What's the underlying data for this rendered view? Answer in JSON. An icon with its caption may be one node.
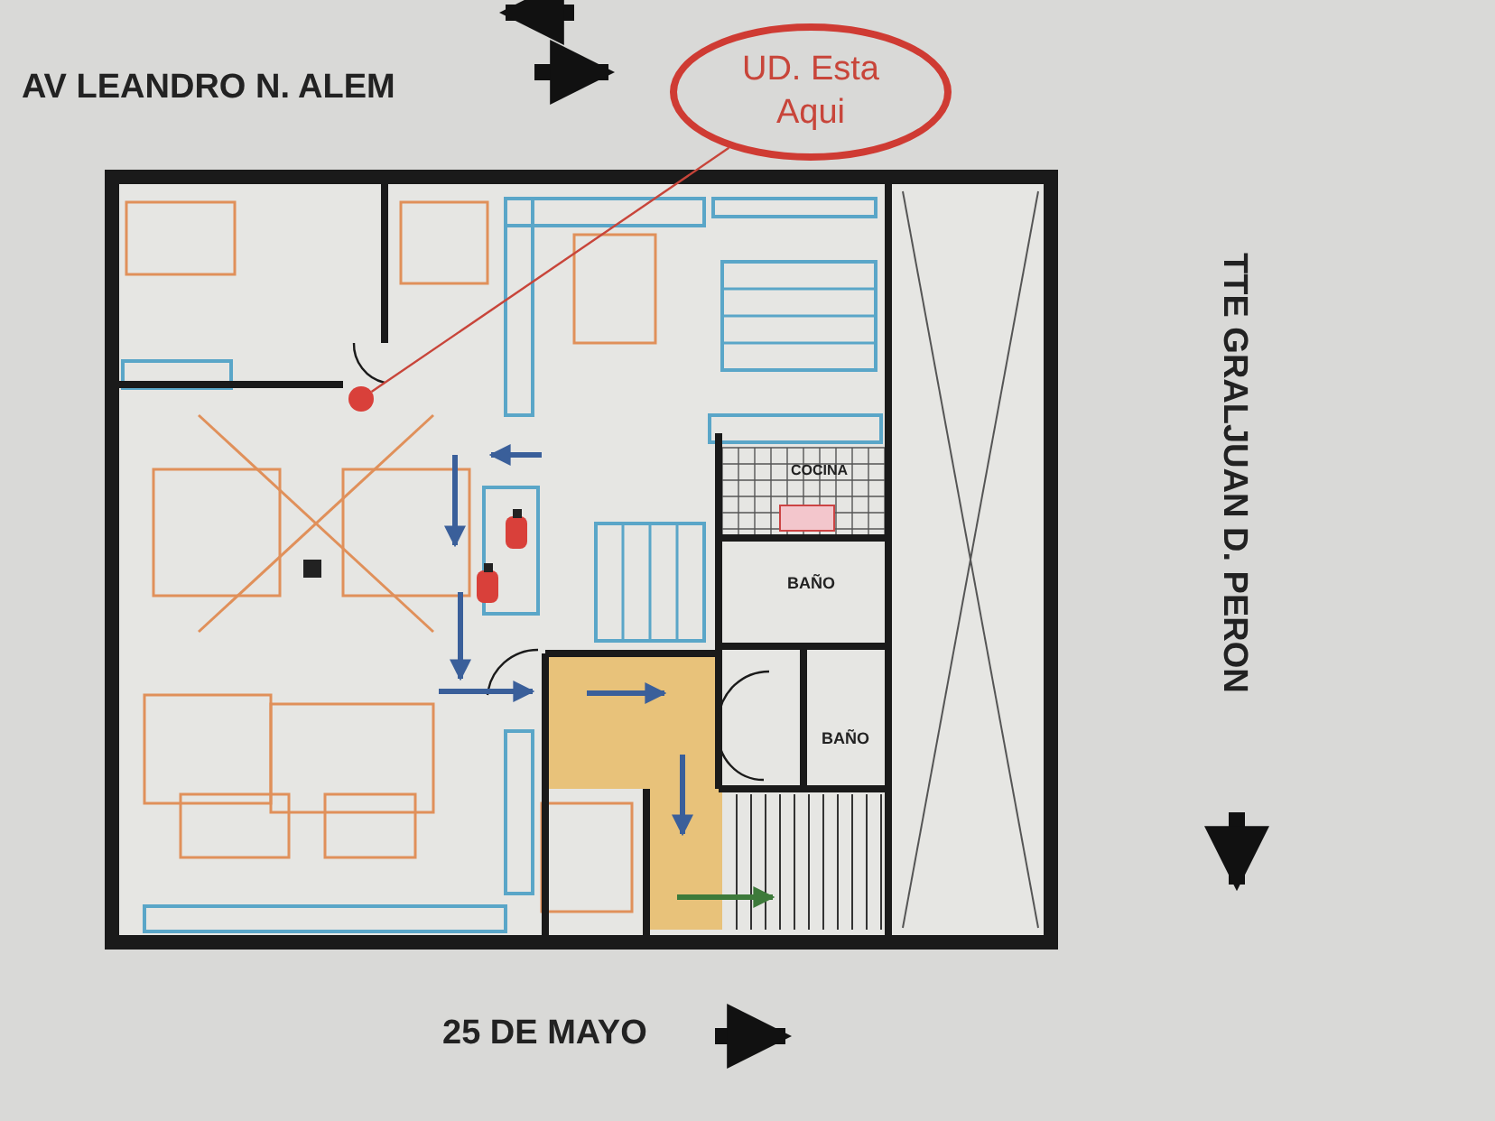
{
  "diagram": {
    "nodes": [
      {
        "text": [
          "UD. Esta Aqui"
        ]
      },
      {
        "text": [],
        "shape": "circle"
      }
    ],
    "edges": [
      {
        "from": 0,
        "to": 1,
        "arrow": "none"
      }
    ],
    "labels": [
      "AV LEANDRO N. ALEM",
      "COCINA",
      "BAÑO",
      "BAÑO",
      "TTE GRALJUAN D. PERON",
      "25 DE MAYO"
    ]
  }
}
